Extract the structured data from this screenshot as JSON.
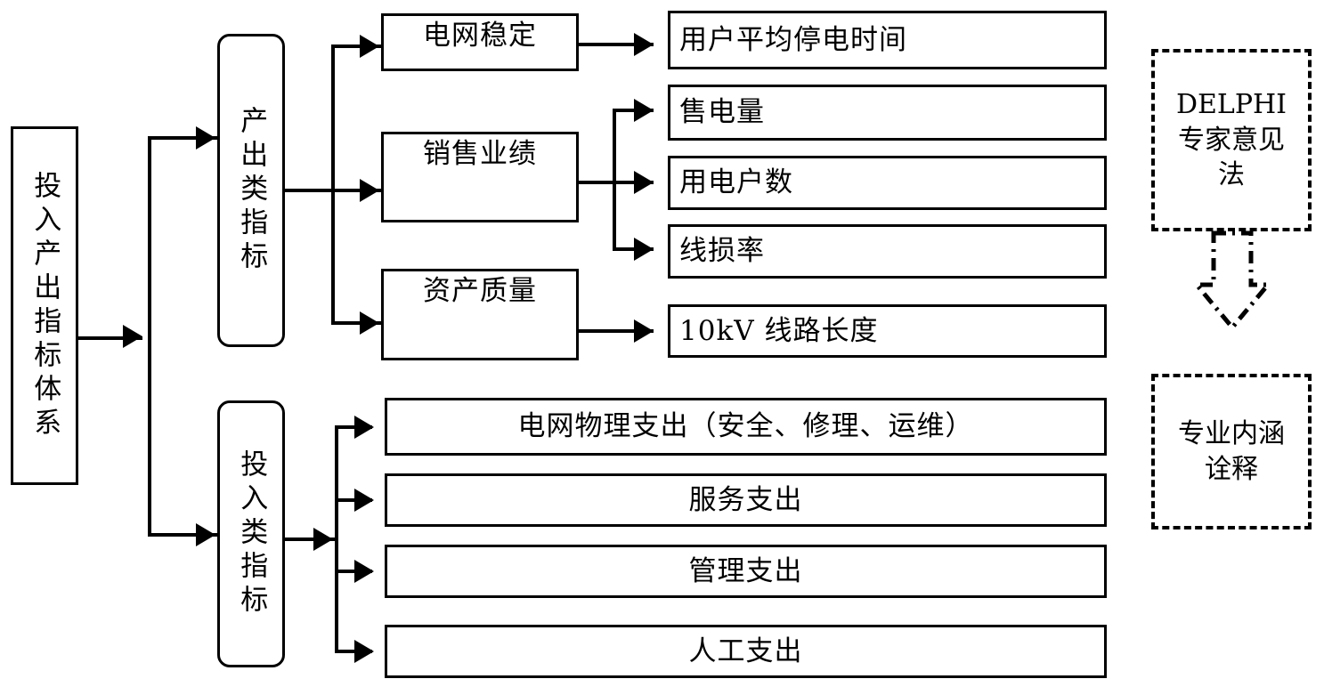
{
  "diagram": {
    "title_box": {
      "label": "投入产出指标体系"
    },
    "level1": [
      {
        "id": "output",
        "label": "产出类指标"
      },
      {
        "id": "input",
        "label": "投入类指标"
      }
    ],
    "level2_output": [
      {
        "id": "grid-stability",
        "label": "电网稳定"
      },
      {
        "id": "sales-performance",
        "label": "销售业绩"
      },
      {
        "id": "asset-quality",
        "label": "资产质量"
      }
    ],
    "level3_indicators": [
      {
        "id": "avg-outage-time",
        "label": "用户平均停电时间",
        "parent": "grid-stability"
      },
      {
        "id": "electricity-sold",
        "label": "售电量",
        "parent": "sales-performance"
      },
      {
        "id": "customer-count",
        "label": "用电户数",
        "parent": "sales-performance"
      },
      {
        "id": "line-loss-rate",
        "label": "线损率",
        "parent": "sales-performance"
      },
      {
        "id": "10kv-line-length",
        "label": "10kV 线路长度",
        "parent": "asset-quality"
      }
    ],
    "input_items": [
      {
        "id": "grid-physical-spend",
        "label": "电网物理支出（安全、修理、运维）"
      },
      {
        "id": "service-spend",
        "label": "服务支出"
      },
      {
        "id": "management-spend",
        "label": "管理支出"
      },
      {
        "id": "labor-spend",
        "label": "人工支出"
      }
    ],
    "annotations": [
      {
        "id": "delphi",
        "line1": "DELPHI",
        "line2": "专家意见",
        "line3": "法"
      },
      {
        "id": "professional-connotation",
        "line1": "专业内涵",
        "line2": "诠释"
      }
    ],
    "colors": {
      "stroke": "#000000",
      "background": "#ffffff"
    }
  }
}
